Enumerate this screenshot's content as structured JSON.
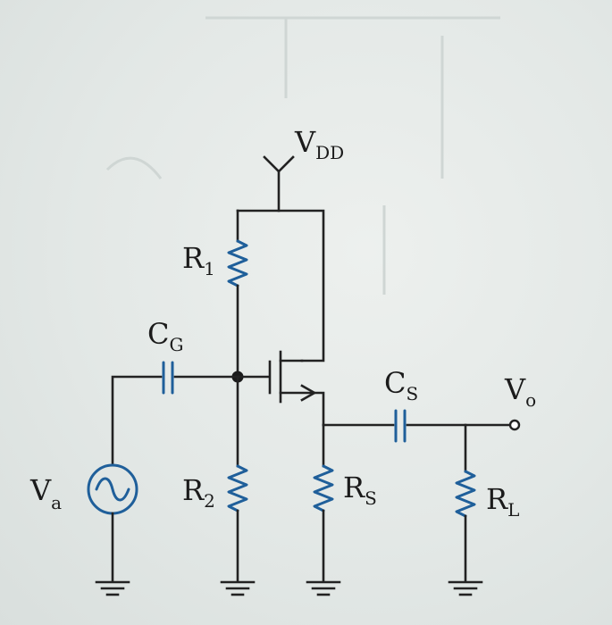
{
  "labels": {
    "vdd": {
      "main": "V",
      "sub": "DD"
    },
    "r1": {
      "main": "R",
      "sub": "1"
    },
    "r2": {
      "main": "R",
      "sub": "2"
    },
    "cg": {
      "main": "C",
      "sub": "G"
    },
    "cs": {
      "main": "C",
      "sub": "S"
    },
    "rs": {
      "main": "R",
      "sub": "S"
    },
    "rl": {
      "main": "R",
      "sub": "L"
    },
    "vo": {
      "main": "V",
      "sub": "o"
    },
    "va": {
      "main": "V",
      "sub": "a"
    }
  },
  "colors": {
    "wire": "#222222",
    "component": "#1f5f9a",
    "background": "#e3e8e6"
  }
}
